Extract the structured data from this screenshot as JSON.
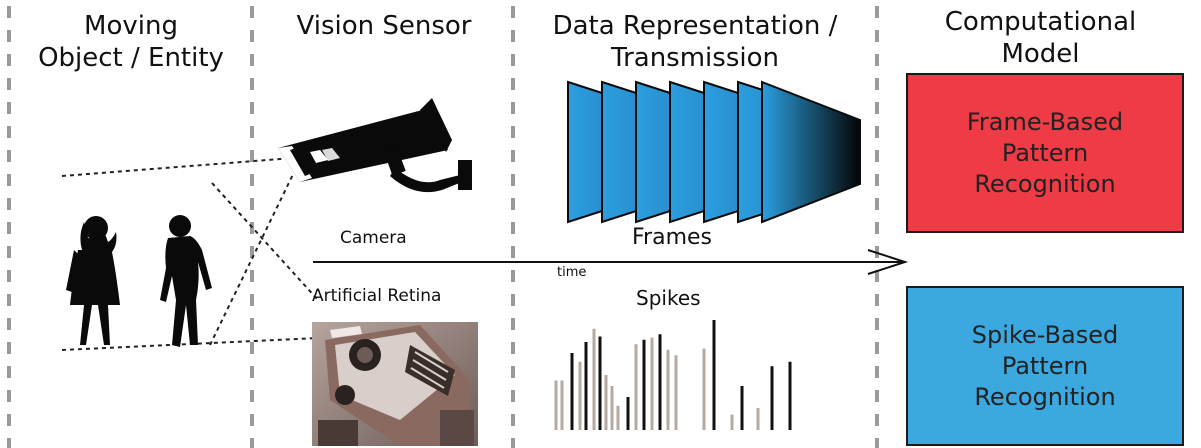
{
  "columns": {
    "object": "Moving\nObject / Entity",
    "sensor": "Vision Sensor",
    "representation": "Data Representation /\nTransmission",
    "model": "Computational\nModel"
  },
  "labels": {
    "camera": "Camera",
    "retina": "Artificial Retina",
    "frames": "Frames",
    "spikes": "Spikes",
    "time": "time"
  },
  "boxes": {
    "frame_based": "Frame-Based\nPattern\nRecognition",
    "spike_based": "Spike-Based\nPattern\nRecognition"
  },
  "colors": {
    "frame_box": "#ef3b46",
    "spike_box": "#3ba9e0",
    "frame_gradient_start": "#2a9fe0",
    "frame_gradient_end": "#0a0a0a",
    "spike_dark": "#111111",
    "spike_light": "#b5aaa2"
  },
  "icons": {
    "camera": "security-camera-icon",
    "retina": "retina-chip-photo-icon",
    "people": "walking-people-silhouette-icon"
  },
  "spikes": [
    {
      "tone": "light",
      "height": 0.45
    },
    {
      "tone": "light",
      "height": 0.45
    },
    {
      "tone": "dark",
      "height": 0.7
    },
    {
      "tone": "light",
      "height": 0.62
    },
    {
      "tone": "dark",
      "height": 0.8
    },
    {
      "tone": "light",
      "height": 0.92
    },
    {
      "tone": "dark",
      "height": 0.85
    },
    {
      "tone": "light",
      "height": 0.5
    },
    {
      "tone": "light",
      "height": 0.4
    },
    {
      "tone": "light",
      "height": 0.22
    },
    {
      "tone": "dark",
      "height": 0.3
    },
    {
      "tone": "light",
      "height": 0.78
    },
    {
      "tone": "dark",
      "height": 0.82
    },
    {
      "tone": "light",
      "height": 0.84
    },
    {
      "tone": "dark",
      "height": 0.87
    },
    {
      "tone": "light",
      "height": 0.73
    },
    {
      "tone": "light",
      "height": 0.68
    },
    {
      "tone": "light",
      "height": 0.74
    },
    {
      "tone": "dark",
      "height": 1.0
    },
    {
      "tone": "light",
      "height": 0.14
    },
    {
      "tone": "dark",
      "height": 0.4
    },
    {
      "tone": "light",
      "height": 0.2
    },
    {
      "tone": "dark",
      "height": 0.58
    },
    {
      "tone": "dark",
      "height": 0.62
    }
  ]
}
